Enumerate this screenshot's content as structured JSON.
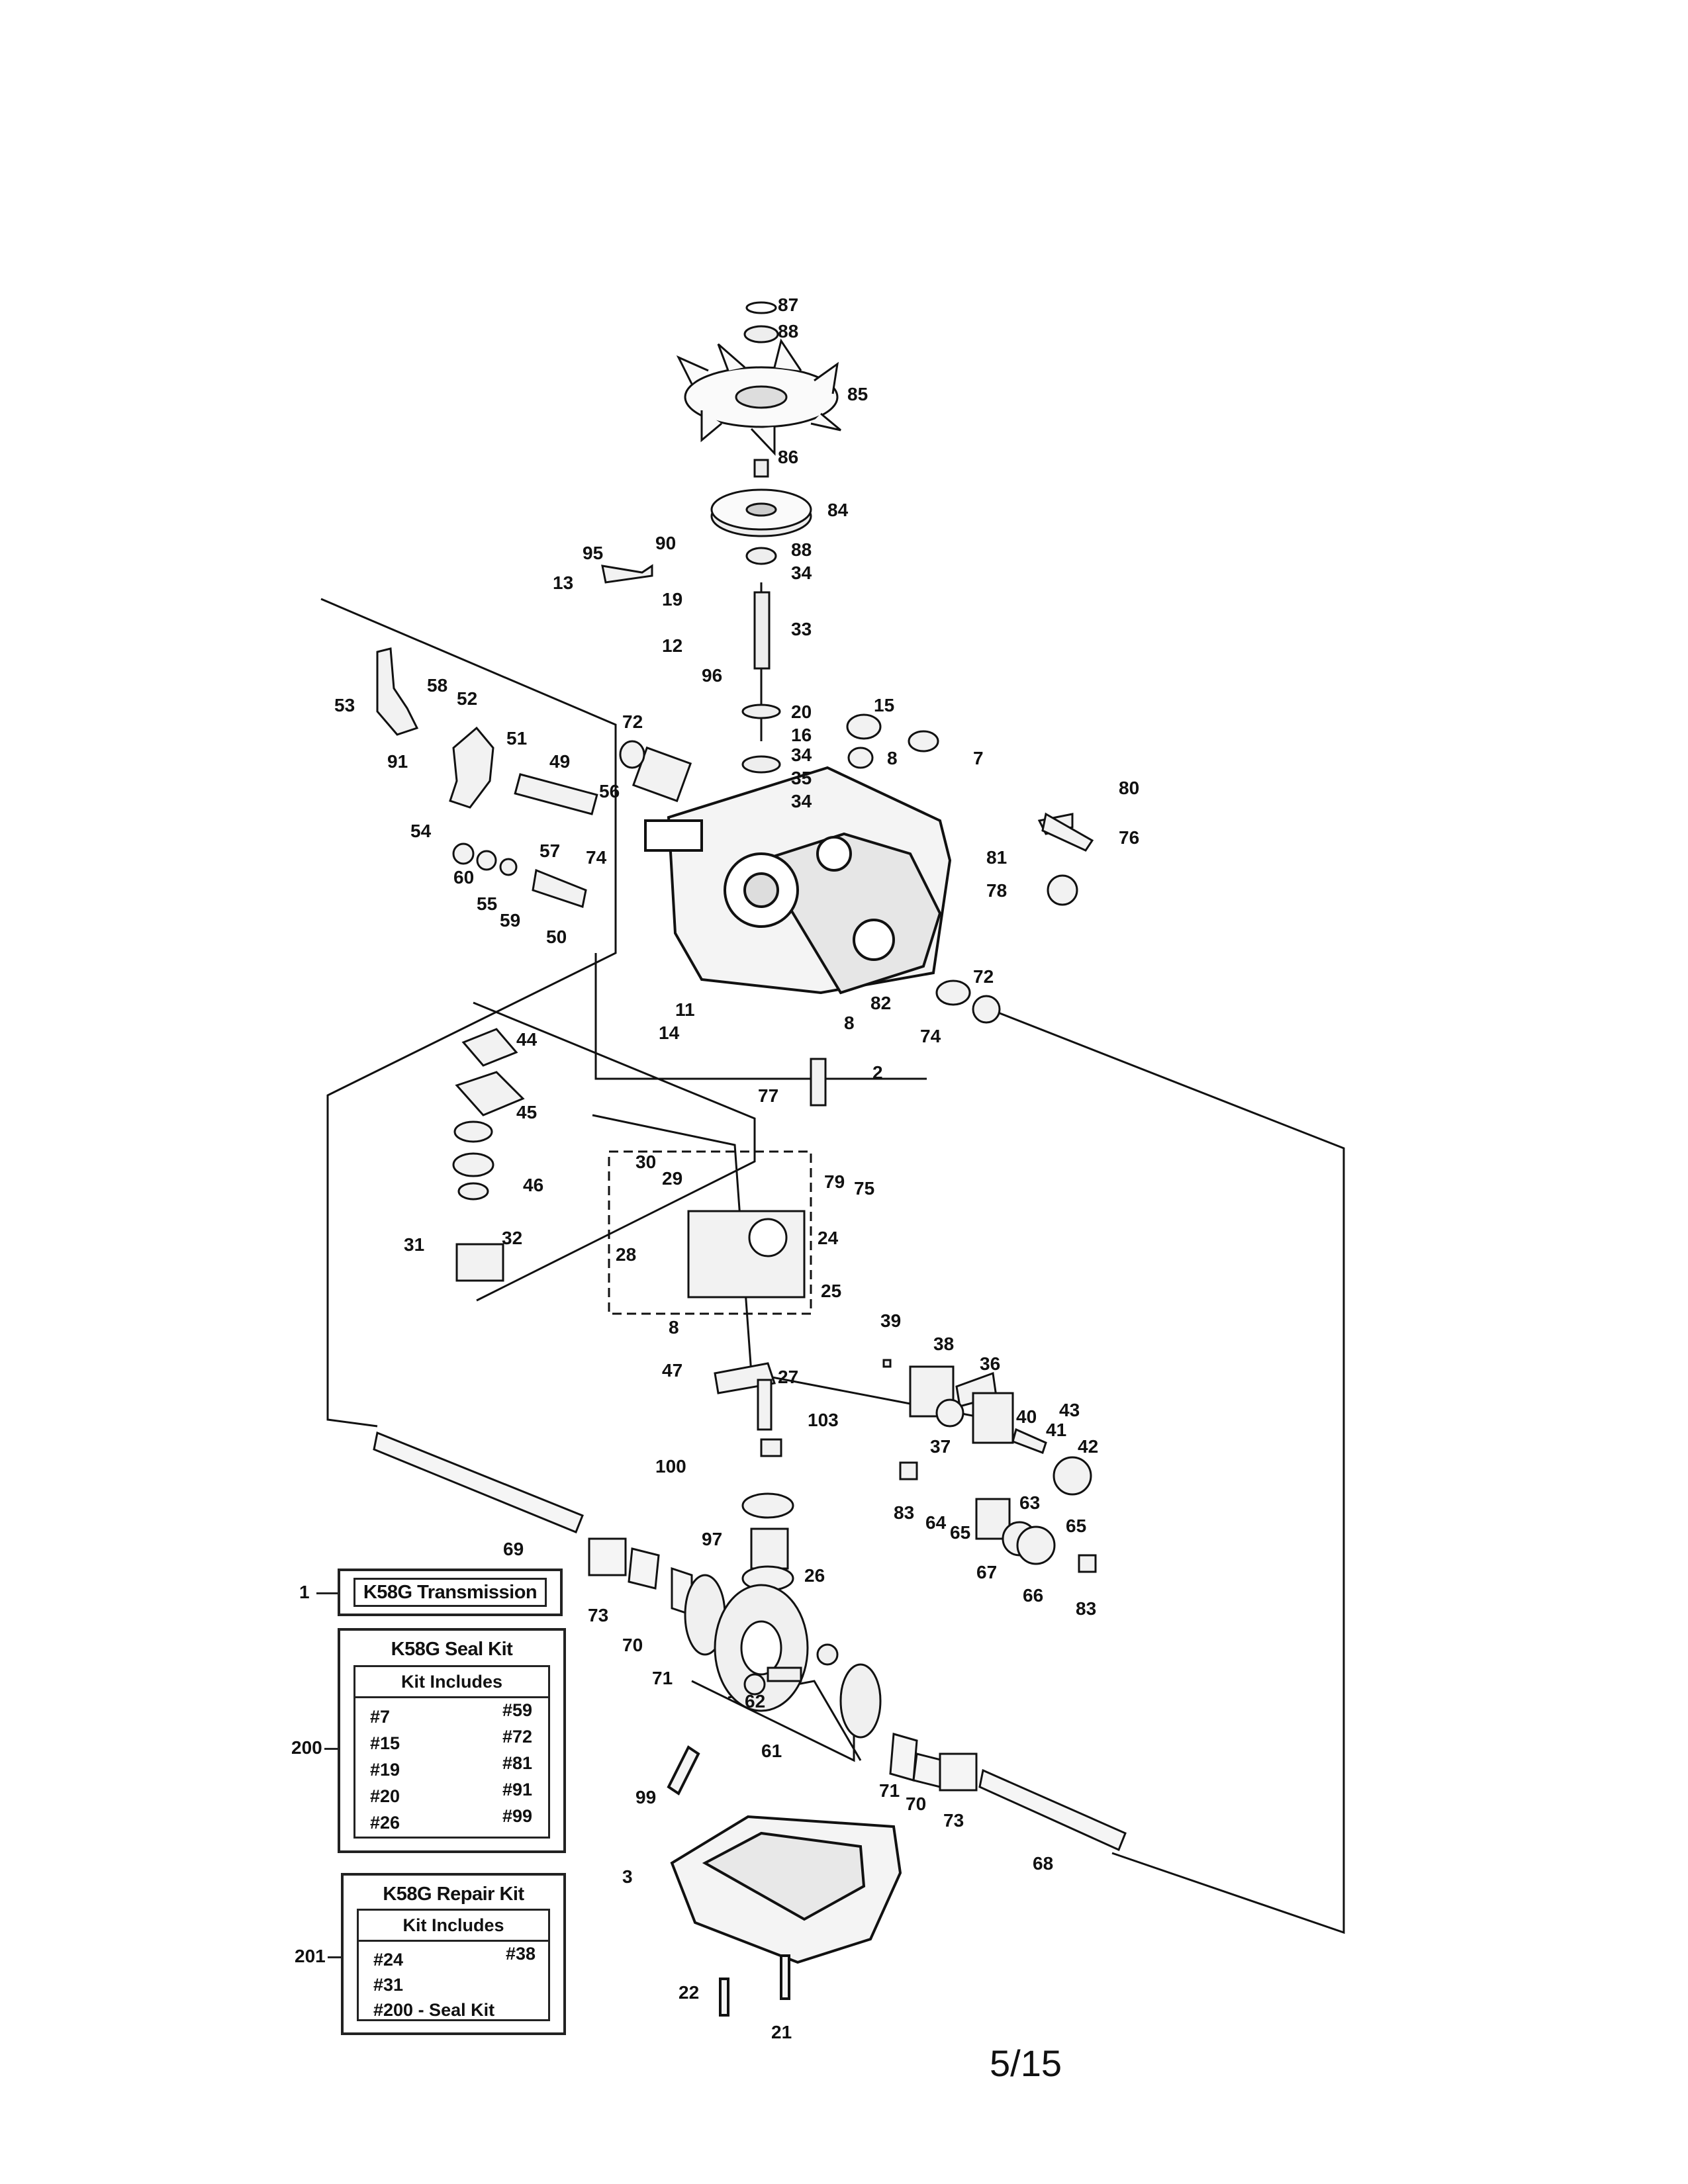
{
  "page_number": "5/15",
  "callouts": [
    "87",
    "88",
    "85",
    "86",
    "84",
    "88",
    "34",
    "95",
    "90",
    "13",
    "19",
    "33",
    "12",
    "96",
    "20",
    "16",
    "34",
    "35",
    "34",
    "15",
    "8",
    "7",
    "53",
    "58",
    "52",
    "72",
    "91",
    "51",
    "49",
    "56",
    "54",
    "57",
    "74",
    "80",
    "76",
    "81",
    "78",
    "60",
    "55",
    "59",
    "50",
    "11",
    "82",
    "14",
    "8",
    "74",
    "2",
    "72",
    "44",
    "45",
    "46",
    "77",
    "79",
    "75",
    "30",
    "29",
    "31",
    "32",
    "28",
    "24",
    "25",
    "39",
    "38",
    "36",
    "8",
    "47",
    "27",
    "103",
    "40",
    "43",
    "41",
    "42",
    "37",
    "100",
    "83",
    "64",
    "65",
    "63",
    "65",
    "97",
    "26",
    "67",
    "66",
    "83",
    "69",
    "73",
    "70",
    "71",
    "62",
    "61",
    "71",
    "70",
    "73",
    "68",
    "99",
    "3",
    "22",
    "21"
  ],
  "transmission_box": {
    "ref": "1",
    "title": "K58G Transmission"
  },
  "seal_kit": {
    "ref": "200",
    "title": "K58G Seal Kit",
    "subtitle": "Kit Includes",
    "left": [
      "#7",
      "#15",
      "#19",
      "#20",
      "#26"
    ],
    "right": [
      "#59",
      "#72",
      "#81",
      "#91",
      "#99"
    ]
  },
  "repair_kit": {
    "ref": "201",
    "title": "K58G Repair Kit",
    "subtitle": "Kit Includes",
    "left": [
      "#24",
      "#31",
      "#200 - Seal Kit"
    ],
    "right": [
      "#38"
    ]
  }
}
